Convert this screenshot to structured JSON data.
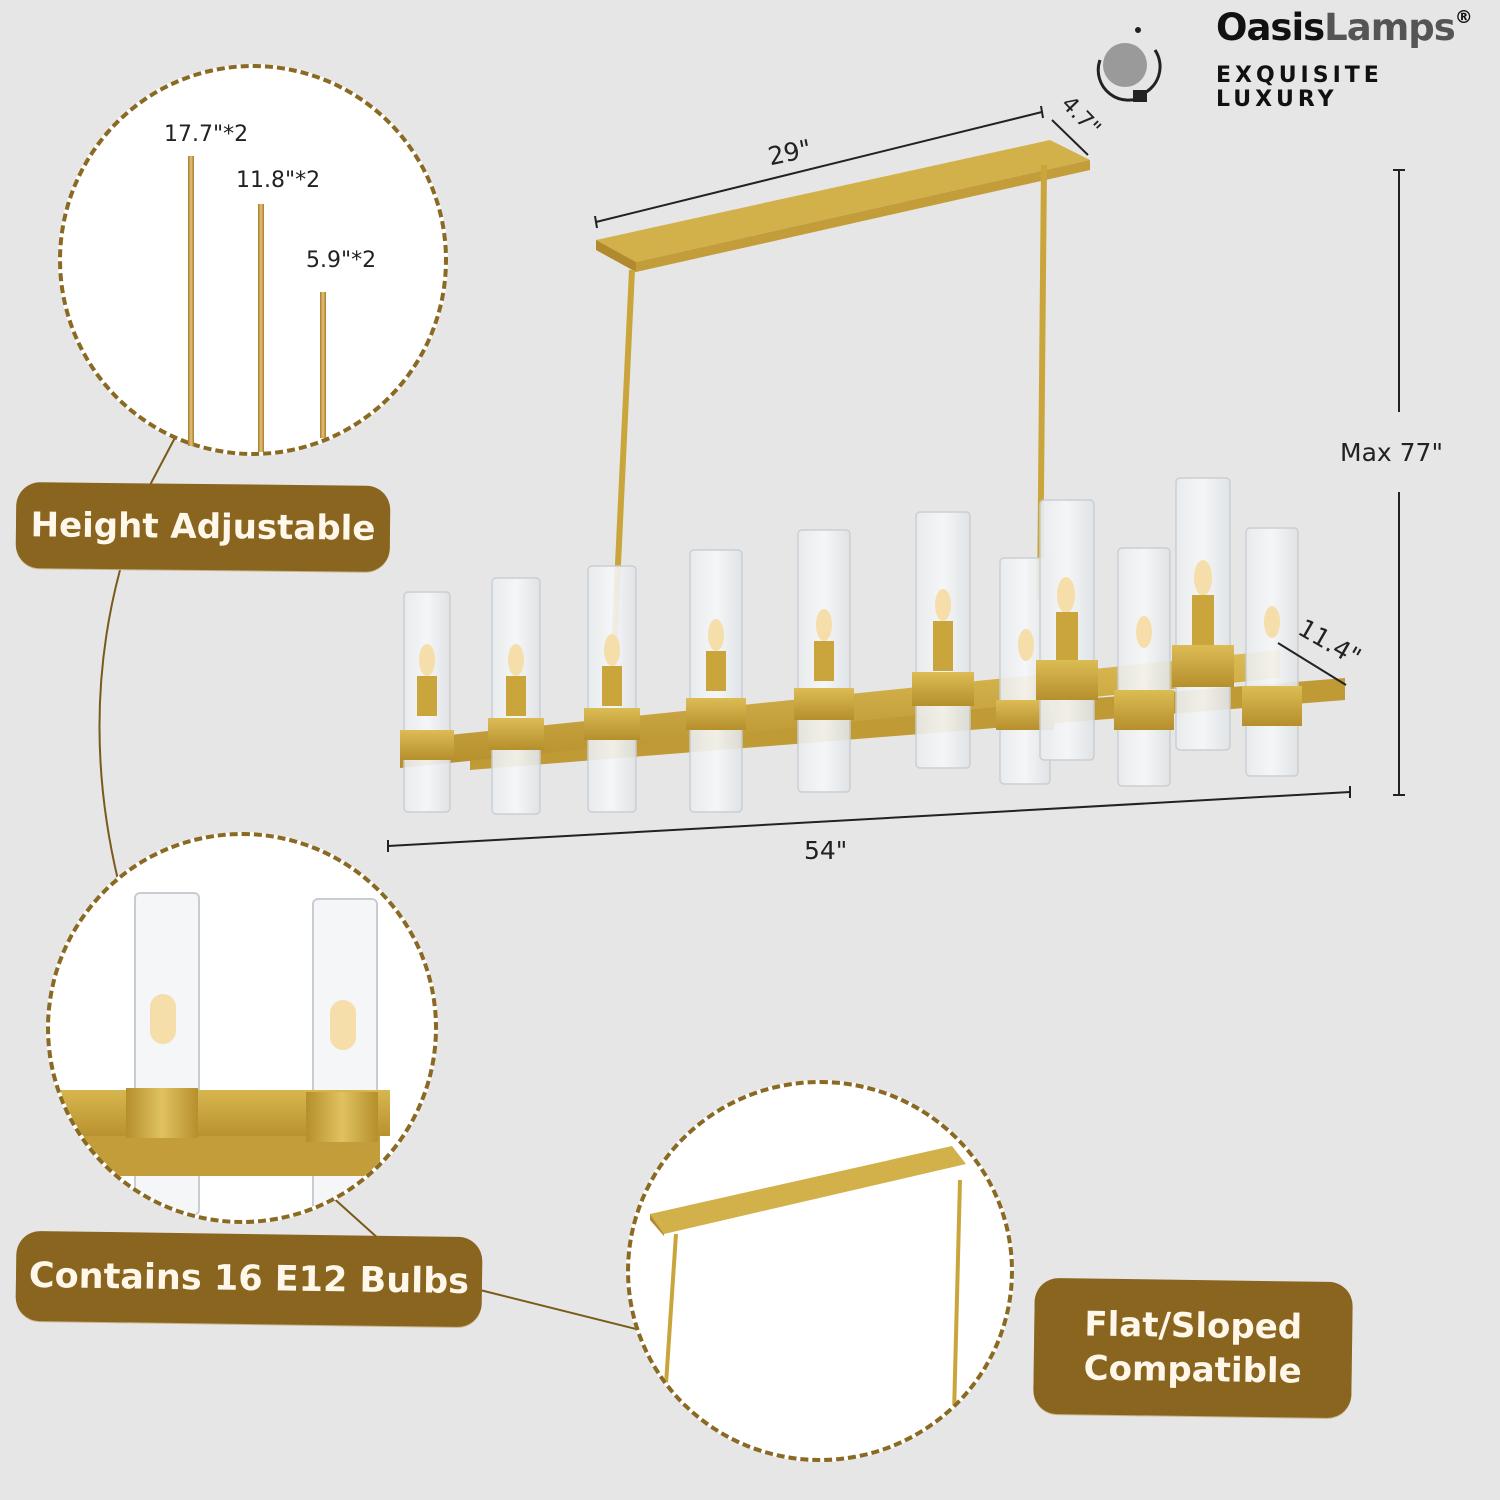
{
  "brand": {
    "name_bold": "Oasis",
    "name_light": "Lamps",
    "registered": "®",
    "tagline_line1": "EXQUISITE",
    "tagline_line2": "LUXURY",
    "logo_icon": "globe-swirl-icon"
  },
  "dimensions": {
    "canopy_length": "29\"",
    "canopy_width": "4.7\"",
    "max_height": "Max 77\"",
    "fixture_depth": "11.4\"",
    "fixture_length": "54\""
  },
  "rods_callout": {
    "rods": [
      {
        "label": "17.7\"*2",
        "length_in": 17.7,
        "qty": 2
      },
      {
        "label": "11.8\"*2",
        "length_in": 11.8,
        "qty": 2
      },
      {
        "label": "5.9\"*2",
        "length_in": 5.9,
        "qty": 2
      }
    ]
  },
  "features": [
    {
      "label": "Height Adjustable"
    },
    {
      "label": "Contains 16 E12 Bulbs"
    },
    {
      "label_line1": "Flat/Sloped",
      "label_line2": "Compatible"
    }
  ],
  "colors": {
    "background": "#e6e6e6",
    "badge": "#8a6520",
    "gold": "#c9a53c",
    "dashed_border": "#8a6a22"
  },
  "product": {
    "bulb_count": 16,
    "bulb_type": "E12"
  }
}
